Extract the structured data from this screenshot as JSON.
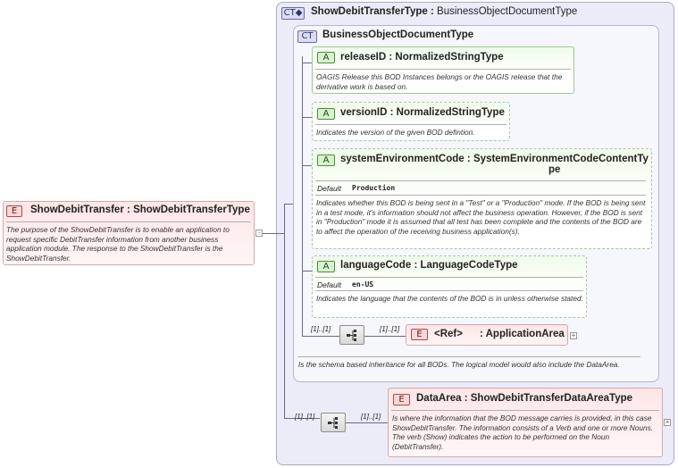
{
  "root_element": {
    "badge": "E",
    "name": "ShowDebitTransfer",
    "type": "ShowDebitTransferType",
    "description": "The purpose of the ShowDebitTransfer is to enable an application to request specific DebitTransfer information from another business application module.  The response to the ShowDebitTransfer is the ShowDebitTransfer."
  },
  "outer_type": {
    "badge": "CT",
    "name": "ShowDebitTransferType",
    "base": "BusinessObjectDocumentType"
  },
  "inner_type": {
    "badge": "CT",
    "name": "BusinessObjectDocumentType",
    "description": "Is the schema based inheritance for all BODs. The logical model would also include the DataArea."
  },
  "attributes": [
    {
      "badge": "A",
      "name": "releaseID",
      "type": "NormalizedStringType",
      "description": "OAGIS Release this BOD Instances belongs or the OAGIS release that the derivative work is based on."
    },
    {
      "badge": "A",
      "name": "versionID",
      "type": "NormalizedStringType",
      "description": "Indicates the version of the given BOD defintion."
    },
    {
      "badge": "A",
      "name": "systemEnvironmentCode",
      "type_line1": "SystemEnvironmentCodeContentTy",
      "type_line2": "pe",
      "default_label": "Default",
      "default_value": "Production",
      "description": "Indicates whether this BOD is being sent in a \"Test\" or a \"Production\" mode. If the BOD is being sent in a test mode, it's information should not affect the business operation. However, if the BOD is sent in \"Production\" mode it is assumed that all test has been complete and the contents of the BOD are to affect the operation of the receiving business application(s)."
    },
    {
      "badge": "A",
      "name": "languageCode",
      "type": "LanguageCodeType",
      "default_label": "Default",
      "default_value": "en-US",
      "description": "Indicates the language that the contents of the BOD is in unless otherwise stated."
    }
  ],
  "application_area": {
    "badge": "E",
    "ref": "<Ref>",
    "name": "ApplicationArea",
    "occurrence_left": "[1]..[1]",
    "occurrence_right": "[1]..[1]"
  },
  "data_area": {
    "badge": "E",
    "name": "DataArea",
    "type": "ShowDebitTransferDataAreaType",
    "description": "Is where the information that the BOD message carries is provided, in this case ShowDebitTransfer. The information consists of a Verb and one or more Nouns. The verb (Show) indicates the action to be performed on the Noun (DebitTransfer).",
    "occurrence_left": "[1]..[1]",
    "occurrence_right": "[1]..[1]"
  },
  "separator": ":",
  "expand_symbol": "+",
  "collapse_symbol": "-",
  "colors": {
    "complex_type_bg": "#eaeaf8",
    "attribute_accent": "#4c8a3c",
    "element_accent": "#b04848"
  }
}
